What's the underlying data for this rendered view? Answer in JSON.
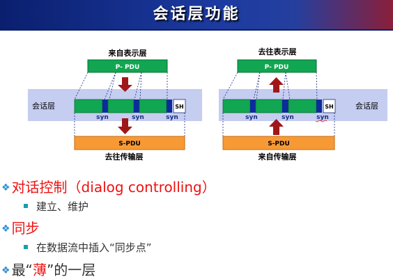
{
  "slide": {
    "title": "会话层功能"
  },
  "diagram_left": {
    "top_label": "来自表示层",
    "top_pdu": "P- PDU",
    "layer_label": "会话层",
    "sh": "SH",
    "syn_labels": [
      "syn",
      "syn",
      "syn"
    ],
    "bottom_pdu": "S-PDU",
    "bottom_label": "去往传输层"
  },
  "diagram_right": {
    "top_label": "去往表示层",
    "top_pdu": "P- PDU",
    "layer_label": "会话层",
    "sh": "SH",
    "syn_labels": [
      "syn",
      "syn",
      "syn"
    ],
    "bottom_pdu": "S-PDU",
    "bottom_label": "来自传输层"
  },
  "bullets": {
    "b1": {
      "text": "对话控制（dialog controlling）"
    },
    "b1_sub": "建立、维护",
    "b2": {
      "text": "同步"
    },
    "b2_sub": "在数据流中插入“同步点”",
    "b3": {
      "before": "最“",
      "emph": "薄",
      "after": "”的一层"
    }
  },
  "colors": {
    "band": "#c5cdf0",
    "green": "#11a651",
    "blue_marker": "#0d2b9c",
    "orange": "#f79a36",
    "arrow_red": "#a0171a",
    "title_bar": "#0a1f6e",
    "bullet_red": "#ee1111",
    "diamond": "#2b8fd6",
    "square": "#199fa8"
  },
  "icons": {
    "level1_bullet": "diamond-bullet-icon",
    "level2_bullet": "square-bullet-icon",
    "arrow": "block-arrow-icon"
  }
}
